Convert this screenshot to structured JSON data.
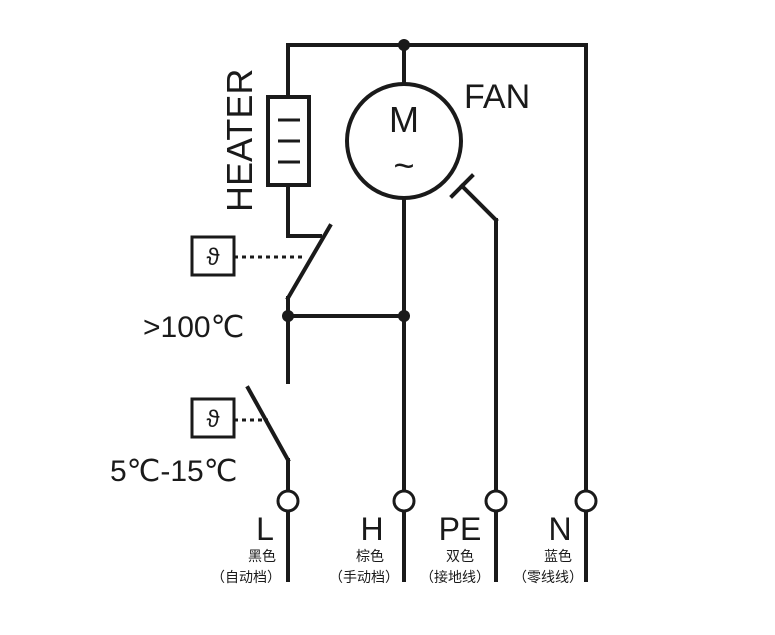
{
  "labels": {
    "heater": "HEATER",
    "fan": "FAN",
    "motor_letter": "M",
    "motor_ac": "~",
    "high_limit": ">100℃",
    "thermostat_range": "5℃-15℃",
    "sensor_symbol": "ϑ"
  },
  "terminals": [
    {
      "code": "L",
      "color": "黑色",
      "note": "（自动档）"
    },
    {
      "code": "H",
      "color": "棕色",
      "note": "（手动档）"
    },
    {
      "code": "PE",
      "color": "双色",
      "note": "（接地线）"
    },
    {
      "code": "N",
      "color": "蓝色",
      "note": "（零线线）"
    }
  ]
}
